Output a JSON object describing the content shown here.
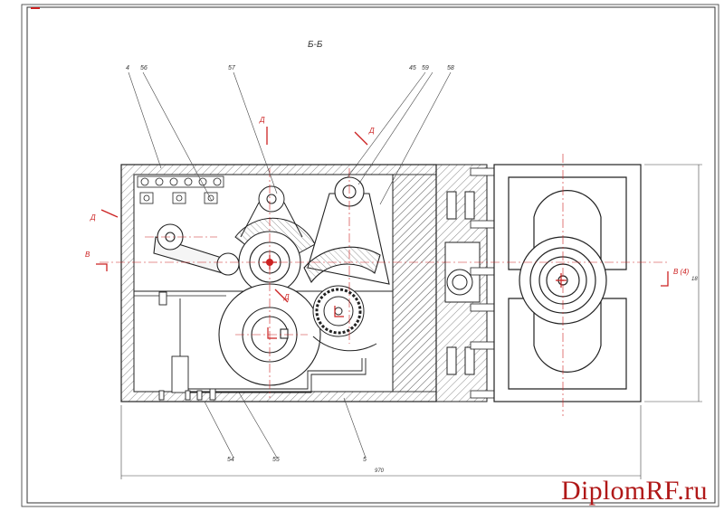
{
  "stamp_text": "",
  "section_title": "Б-Б",
  "leaders": [
    {
      "id": "4",
      "label": "4"
    },
    {
      "id": "56",
      "label": "56"
    },
    {
      "id": "57",
      "label": "57"
    },
    {
      "id": "45",
      "label": "45"
    },
    {
      "id": "59",
      "label": "59"
    },
    {
      "id": "58",
      "label": "58"
    },
    {
      "id": "54",
      "label": "54"
    },
    {
      "id": "55",
      "label": "55"
    },
    {
      "id": "5",
      "label": "5"
    }
  ],
  "cut_marks": {
    "g_top_left": "Д",
    "g_top_right": "Д",
    "g_left": "Д",
    "g_mid": "Д",
    "v_left": "В",
    "v_right": "В (4)"
  },
  "dimensions": {
    "overall_width": "970",
    "right_note": "18"
  },
  "watermark": "DiplomRF.ru",
  "colors": {
    "line": "#222222",
    "hatch": "#555555",
    "center": "#cc2222",
    "dim": "#444444",
    "watermark": "#b01818"
  }
}
